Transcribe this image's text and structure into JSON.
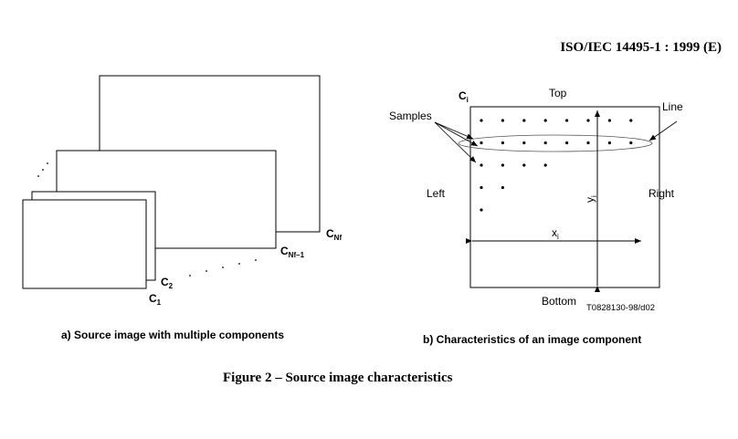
{
  "header": {
    "standard": "ISO/IEC 14495-1 : 1999 (E)"
  },
  "diagram_a": {
    "components": {
      "c1": {
        "base": "C",
        "sub": "1"
      },
      "c2": {
        "base": "C",
        "sub": "2"
      },
      "cnf1": {
        "base": "C",
        "sub": "Nf–1"
      },
      "cnf": {
        "base": "C",
        "sub": "Nf"
      }
    },
    "caption": "a) Source image with multiple components"
  },
  "diagram_b": {
    "component": {
      "base": "C",
      "sub": "i"
    },
    "labels": {
      "top": "Top",
      "bottom": "Bottom",
      "left": "Left",
      "right": "Right",
      "samples": "Samples",
      "line": "Line",
      "x": {
        "base": "x",
        "sub": "i"
      },
      "y": {
        "base": "y",
        "sub": "i"
      }
    },
    "sample_rows": [
      8,
      8,
      4,
      2,
      1
    ],
    "figure_code": "T0828130-98/d02",
    "caption": "b) Characteristics of an image component"
  },
  "figure_title": "Figure 2 – Source image characteristics"
}
